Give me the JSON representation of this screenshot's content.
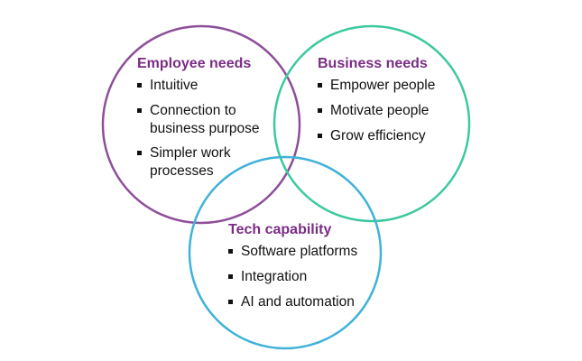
{
  "colors": {
    "employee_circle": "#8e4f99",
    "business_circle": "#3cc9a0",
    "tech_circle": "#40b2d8",
    "title_text": "#7a2d83"
  },
  "employee": {
    "title": "Employee needs",
    "items": [
      "Intuitive",
      "Connection to business purpose",
      "Simpler work processes"
    ]
  },
  "business": {
    "title": "Business needs",
    "items": [
      "Empower people",
      "Motivate people",
      "Grow efficiency"
    ]
  },
  "tech": {
    "title": "Tech capability",
    "items": [
      "Software platforms",
      "Integration",
      "AI and automation"
    ]
  }
}
